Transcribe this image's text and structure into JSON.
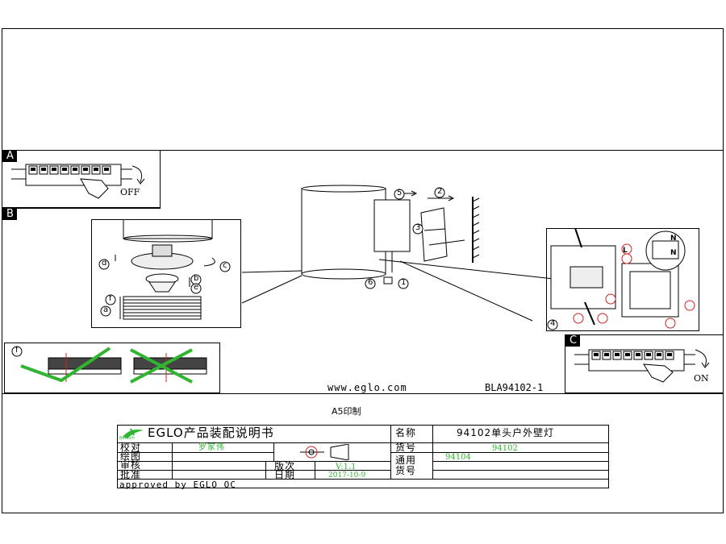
{
  "sections": {
    "a": "A",
    "b": "B",
    "c": "C"
  },
  "switches": {
    "off_label": "OFF",
    "on_label": "ON"
  },
  "step_labels": {
    "s1": "1",
    "s2": "2",
    "s3": "3",
    "s4": "4",
    "s5": "5",
    "s6": "6"
  },
  "part_labels": {
    "a": "a",
    "b": "b",
    "c": "c",
    "d": "d",
    "e": "e",
    "f": "f"
  },
  "terminal_labels": {
    "n": "N",
    "l": "L"
  },
  "footer": {
    "website": "www.eglo.com",
    "drawing_no": "BLA94102-1",
    "print_size": "A5印制"
  },
  "title_block": {
    "logo_text": "Bereich",
    "title": "EGLO产品装配说明书",
    "name_label": "名称",
    "name_value": "94102单头户外壁灯",
    "check_label": "校对",
    "check_value": "罗家伟",
    "drawing_label": "绘图",
    "review_label": "审核",
    "version_label": "版次",
    "version_value": "V:1.1",
    "approve_label": "批准",
    "date_label": "日期",
    "date_value": "2017-10-9",
    "item_label": "货号",
    "item_value": "94102",
    "common_label_1": "通用",
    "common_label_2": "货号",
    "common_value": "94104",
    "approved_by": "approved by EGLO QC"
  },
  "colors": {
    "accent_green": "#2fb52f",
    "accent_red": "#d42020",
    "line": "#000000"
  },
  "icons": [
    "plug-in-hand-icon",
    "rotate-arrow-icon",
    "projection-symbol-icon",
    "eglo-logo-icon"
  ]
}
